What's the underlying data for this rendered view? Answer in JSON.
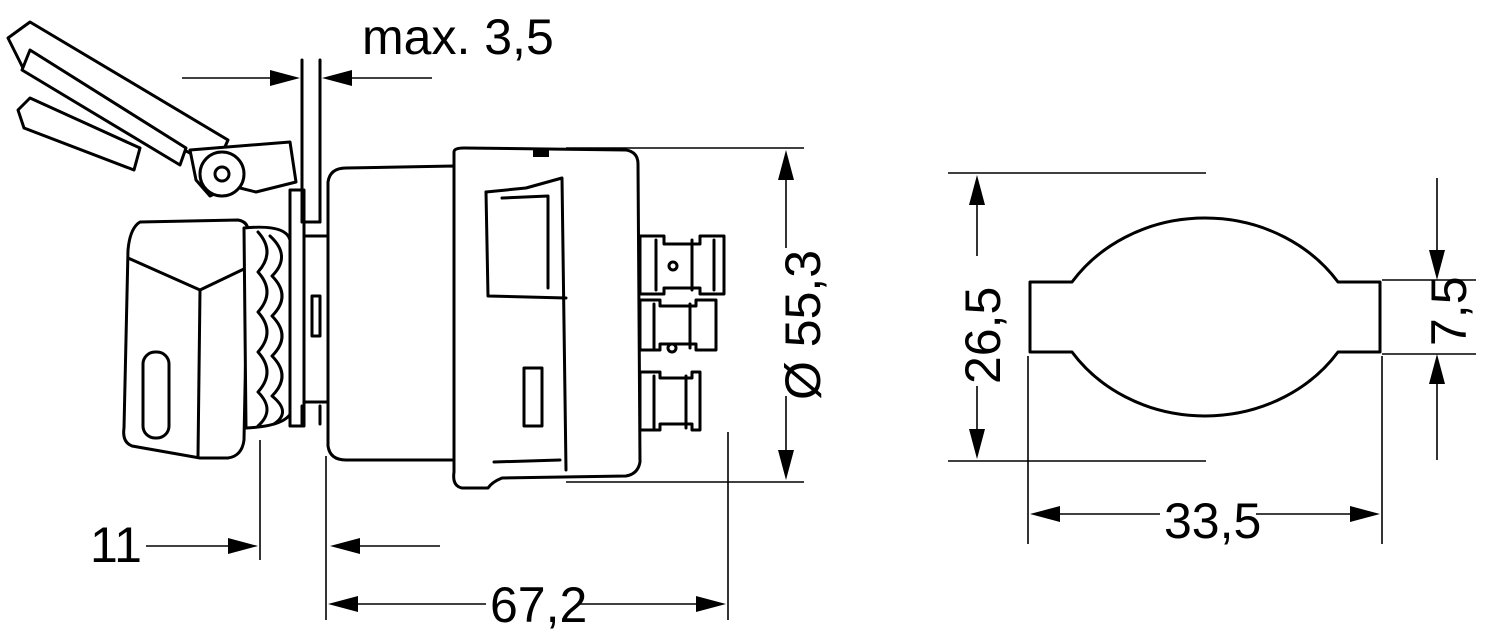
{
  "dimensions": {
    "panel_thickness": "max.  3,5",
    "collar_depth": "11",
    "body_length": "67,2",
    "body_diameter": "Ø 55,3",
    "cutout_height": "26,5",
    "cutout_width": "33,5",
    "tab_width": "7,5"
  }
}
